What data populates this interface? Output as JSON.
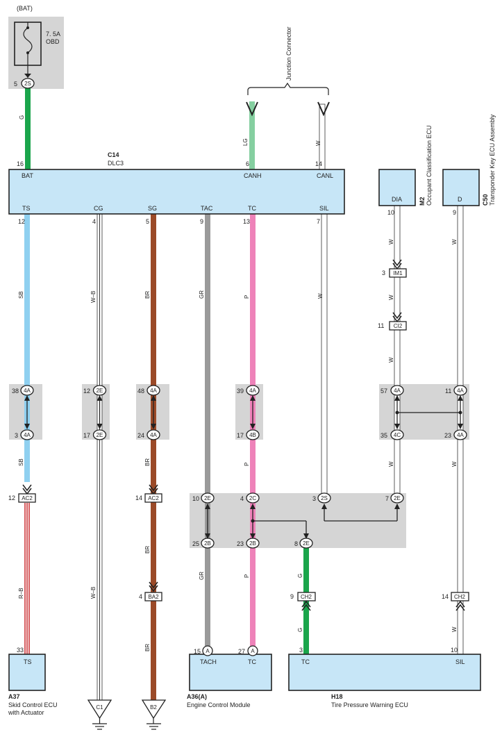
{
  "colors": {
    "box_fill": "#c7e6f7",
    "box_stroke": "#222222",
    "junction_shade": "#d5d5d5",
    "wire_G": "#1aa54b",
    "wire_LG": "#85cfa0",
    "wire_W": "#ffffff",
    "wire_SB": "#8fd0f0",
    "wire_WB": "#ffffff",
    "wire_BR": "#9b4a28",
    "wire_GR": "#9a9a9a",
    "wire_P": "#ee82b9",
    "wire_RB": "#c8262a"
  },
  "fuse": {
    "source": "(BAT)",
    "rating": "7. 5A",
    "name": "OBD",
    "pin": "5",
    "connector": "2S"
  },
  "junction_connector_label": "Junction Connector",
  "dlc": {
    "code": "C14",
    "name": "DLC3",
    "top_pins": [
      {
        "pin": "16",
        "label": "BAT",
        "wire": "G"
      },
      {
        "pin": "6",
        "label": "CANH",
        "wire": "LG"
      },
      {
        "pin": "14",
        "label": "CANL",
        "wire": "W"
      }
    ],
    "bottom_pins": [
      {
        "pin": "12",
        "label": "TS",
        "wire": "SB"
      },
      {
        "pin": "4",
        "label": "CG",
        "wire": "W–B"
      },
      {
        "pin": "5",
        "label": "SG",
        "wire": "BR"
      },
      {
        "pin": "9",
        "label": "TAC",
        "wire": "GR"
      },
      {
        "pin": "13",
        "label": "TC",
        "wire": "P"
      },
      {
        "pin": "7",
        "label": "SIL",
        "wire": "W"
      }
    ]
  },
  "m2": {
    "code": "M2",
    "name": "Occupant Classification ECU",
    "terminal": "DIA",
    "pin": "10",
    "wire": "W"
  },
  "c50": {
    "code": "C50",
    "name": "Transponder Key ECU Assembly",
    "terminal": "D",
    "pin": "9",
    "wire": "W"
  },
  "inline_connectors": [
    {
      "pin": "3",
      "name": "IM1"
    },
    {
      "pin": "11",
      "name": "CI2"
    },
    {
      "pin": "12",
      "name": "AC2"
    },
    {
      "pin": "14",
      "name": "AC2"
    },
    {
      "pin": "4",
      "name": "BA2"
    },
    {
      "pin": "9",
      "name": "CH2"
    },
    {
      "pin": "14",
      "name": "CH2"
    }
  ],
  "junction_pins": [
    {
      "pin": "38",
      "name": "4A"
    },
    {
      "pin": "3",
      "name": "4A"
    },
    {
      "pin": "12",
      "name": "2E"
    },
    {
      "pin": "17",
      "name": "2E"
    },
    {
      "pin": "48",
      "name": "4A"
    },
    {
      "pin": "24",
      "name": "4A"
    },
    {
      "pin": "39",
      "name": "4A"
    },
    {
      "pin": "17",
      "name": "4B"
    },
    {
      "pin": "57",
      "name": "4A"
    },
    {
      "pin": "35",
      "name": "4C"
    },
    {
      "pin": "11",
      "name": "4A"
    },
    {
      "pin": "23",
      "name": "4A"
    },
    {
      "pin": "10",
      "name": "2E"
    },
    {
      "pin": "25",
      "name": "2B"
    },
    {
      "pin": "4",
      "name": "2C"
    },
    {
      "pin": "23",
      "name": "2B"
    },
    {
      "pin": "3",
      "name": "2S"
    },
    {
      "pin": "7",
      "name": "2E"
    },
    {
      "pin": "8",
      "name": "2E"
    }
  ],
  "wire_labels": {
    "w_bat": "G",
    "w_canh": "LG",
    "w_canl": "W",
    "w_ts1": "SB",
    "w_ts2": "SB",
    "w_ts3": "R–B",
    "w_cg1": "W–B",
    "w_cg2": "W–B",
    "w_sg1": "BR",
    "w_sg2": "BR",
    "w_sg3": "BR",
    "w_sg4": "BR",
    "w_tac1": "GR",
    "w_tac2": "GR",
    "w_tc1": "P",
    "w_tc2": "P",
    "w_tc3": "P",
    "w_sil": "W",
    "w_dia1": "W",
    "w_dia2": "W",
    "w_dia3": "W",
    "w_dia4": "W",
    "w_d1": "W",
    "w_d2": "W",
    "w_d3": "W",
    "w_ch1": "G",
    "w_ch2": "G"
  },
  "a37": {
    "code": "A37",
    "name_line1": "Skid Control ECU",
    "name_line2": "with Actuator",
    "terminal": "TS",
    "pin": "33"
  },
  "a36": {
    "code": "A36(A)",
    "name": "Engine Control Module",
    "terminals": [
      {
        "pin": "15",
        "conn": "A",
        "label": "TACH"
      },
      {
        "pin": "27",
        "conn": "A",
        "label": "TC"
      }
    ]
  },
  "h18": {
    "code": "H18",
    "name": "Tire Pressure Warning ECU",
    "terminals": [
      {
        "pin": "3",
        "label": "TC"
      },
      {
        "pin": "10",
        "label": "SIL"
      }
    ]
  },
  "grounds": [
    {
      "name": "C1"
    },
    {
      "name": "B2"
    }
  ]
}
